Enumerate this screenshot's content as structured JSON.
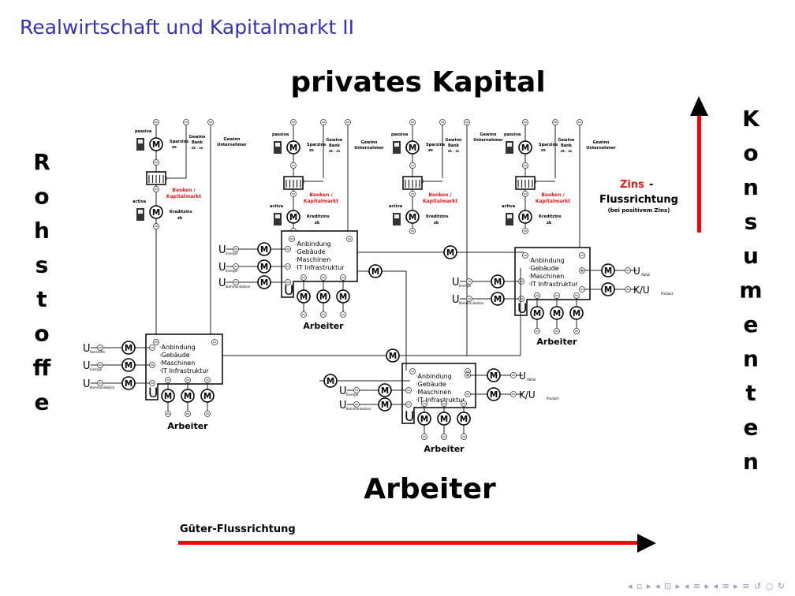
{
  "slide_title": "Realwirtschaft und Kapitalmarkt II",
  "header": "privates Kapital",
  "footer": "Arbeiter",
  "left_label": [
    "R",
    "o",
    "h",
    "s",
    "t",
    "o",
    "ff",
    "e"
  ],
  "right_label": [
    "K",
    "o",
    "n",
    "s",
    "u",
    "m",
    "e",
    "n",
    "t",
    "e",
    "n"
  ],
  "goods_flow": "Güter-Flussrichtung",
  "interest_flow": {
    "word": "Zins",
    "rest": " -",
    "line2": "Flussrichtung",
    "note": "(bei positivem Zins)"
  },
  "bank": {
    "passiva": "passiva",
    "activa": "activa",
    "sparzins": "Sparzins",
    "zs": "zs",
    "kreditzins": "Kreditzins",
    "zk": "zk",
    "gewinn_bank": "Gewinn",
    "gewinn_bank2": "Bank",
    "gewinn_bank3": "zk - zs",
    "gewinn_unt": "Gewinn",
    "gewinn_unt2": "Unternehmer",
    "banken": "Banken /",
    "kapitalmarkt": "Kapitalmarkt"
  },
  "company": {
    "items": [
      "·Anbindung",
      "·Gebäude",
      "·Maschinen",
      "·IT Infrastruktur"
    ],
    "workers": "Arbeiter",
    "motor": "M",
    "u": "U"
  },
  "inputs": {
    "rohstoffe": "Rohstoffe",
    "energie": "Energie",
    "kommunikation": "Kommunikation"
  },
  "outputs": {
    "abfall": "Abfall",
    "produkt": "Produkt",
    "ku": "K/U",
    "u": "U"
  },
  "nav_icons": [
    "◂ ▫ ▸",
    "◂ ⊡ ▸",
    "◂ ≡ ▸",
    "◂ ≡ ▸",
    "≡",
    "↺ ○ ↻"
  ],
  "colors": {
    "title": "#3333b3",
    "red": "#ff0000",
    "red_text": "#e21a1a"
  }
}
